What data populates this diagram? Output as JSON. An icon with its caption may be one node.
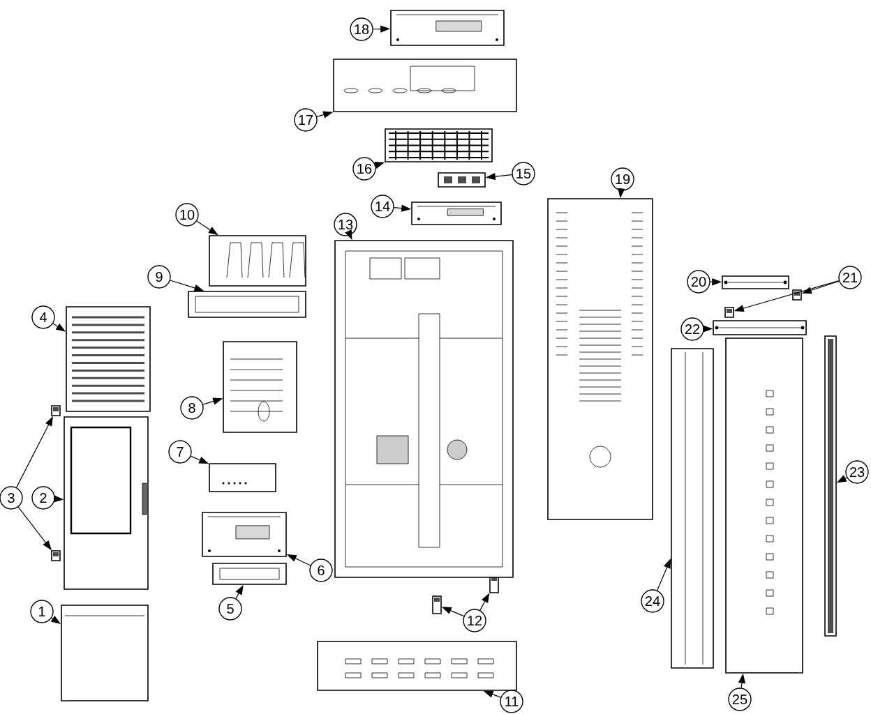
{
  "diagram": {
    "nodes": [
      {
        "text": [
          "1"
        ]
      },
      {
        "text": [
          "2"
        ]
      },
      {
        "text": [
          "3"
        ]
      },
      {
        "text": [
          "4"
        ]
      },
      {
        "text": [
          "5"
        ]
      },
      {
        "text": [
          "6"
        ]
      },
      {
        "text": [
          "7"
        ]
      },
      {
        "text": [
          "8"
        ]
      },
      {
        "text": [
          "9"
        ]
      },
      {
        "text": [
          "10"
        ]
      },
      {
        "text": [
          "11"
        ]
      },
      {
        "text": [
          "12"
        ]
      },
      {
        "text": [
          "13"
        ]
      },
      {
        "text": [
          "14"
        ]
      },
      {
        "text": [
          "15"
        ]
      },
      {
        "text": [
          "16"
        ]
      },
      {
        "text": [
          "17"
        ]
      },
      {
        "text": [
          "18"
        ]
      },
      {
        "text": [
          "19"
        ]
      },
      {
        "text": [
          "20"
        ]
      },
      {
        "text": [
          "21"
        ]
      },
      {
        "text": [
          "22"
        ]
      },
      {
        "text": [
          "23"
        ]
      },
      {
        "text": [
          "24"
        ]
      },
      {
        "text": [
          "25"
        ]
      },
      {
        "text": [],
        "shape": "picture"
      },
      {
        "text": [],
        "shape": "picture"
      },
      {
        "text": [],
        "shape": "picture"
      },
      {
        "text": [],
        "shape": "picture"
      },
      {
        "text": [],
        "shape": "picture"
      },
      {
        "text": [],
        "shape": "picture"
      },
      {
        "text": [],
        "shape": "picture"
      },
      {
        "text": [],
        "shape": "picture"
      },
      {
        "text": [],
        "shape": "picture"
      },
      {
        "text": [],
        "shape": "picture"
      },
      {
        "text": [],
        "shape": "picture"
      },
      {
        "text": [],
        "shape": "picture"
      },
      {
        "text": [],
        "shape": "picture"
      },
      {
        "text": [],
        "shape": "picture"
      },
      {
        "text": [],
        "shape": "picture"
      },
      {
        "text": [],
        "shape": "picture"
      },
      {
        "text": [],
        "shape": "picture"
      },
      {
        "text": [],
        "shape": "picture"
      },
      {
        "text": [],
        "shape": "picture"
      },
      {
        "text": [],
        "shape": "picture"
      },
      {
        "text": [],
        "shape": "picture"
      },
      {
        "text": [],
        "shape": "picture"
      },
      {
        "text": [],
        "shape": "picture"
      },
      {
        "text": [],
        "shape": "picture"
      },
      {
        "text": [],
        "shape": "picture"
      },
      {
        "text": [],
        "shape": "picture"
      },
      {
        "text": [],
        "shape": "picture"
      },
      {
        "text": [],
        "shape": "picture"
      }
    ],
    "edges": [
      {
        "from": 0,
        "to": 25,
        "arrow": "to"
      },
      {
        "from": 1,
        "to": 26,
        "arrow": "to"
      },
      {
        "from": 2,
        "to": 27,
        "arrow": "to"
      },
      {
        "from": 2,
        "to": 28,
        "arrow": "to"
      },
      {
        "from": 3,
        "to": 29,
        "arrow": "to"
      },
      {
        "from": 4,
        "to": 30,
        "arrow": "to"
      },
      {
        "from": 5,
        "to": 31,
        "arrow": "to"
      },
      {
        "from": 6,
        "to": 32,
        "arrow": "to"
      },
      {
        "from": 7,
        "to": 33,
        "arrow": "to"
      },
      {
        "from": 8,
        "to": 34,
        "arrow": "to"
      },
      {
        "from": 9,
        "to": 35,
        "arrow": "to"
      },
      {
        "from": 10,
        "to": 36,
        "arrow": "to"
      },
      {
        "from": 11,
        "to": 37,
        "arrow": "to"
      },
      {
        "from": 11,
        "to": 38,
        "arrow": "to"
      },
      {
        "from": 12,
        "to": 39,
        "arrow": "to"
      },
      {
        "from": 13,
        "to": 40,
        "arrow": "to"
      },
      {
        "from": 14,
        "to": 41,
        "arrow": "to"
      },
      {
        "from": 15,
        "to": 42,
        "arrow": "to"
      },
      {
        "from": 16,
        "to": 43,
        "arrow": "to"
      },
      {
        "from": 17,
        "to": 44,
        "arrow": "to"
      },
      {
        "from": 18,
        "to": 45,
        "arrow": "to"
      },
      {
        "from": 19,
        "to": 46,
        "arrow": "to"
      },
      {
        "from": 20,
        "to": 47,
        "arrow": "to"
      },
      {
        "from": 20,
        "to": 48,
        "arrow": "to"
      },
      {
        "from": 21,
        "to": 49,
        "arrow": "to"
      },
      {
        "from": 22,
        "to": 50,
        "arrow": "to"
      },
      {
        "from": 23,
        "to": 51,
        "arrow": "to"
      },
      {
        "from": 24,
        "to": 52,
        "arrow": "to"
      }
    ]
  }
}
